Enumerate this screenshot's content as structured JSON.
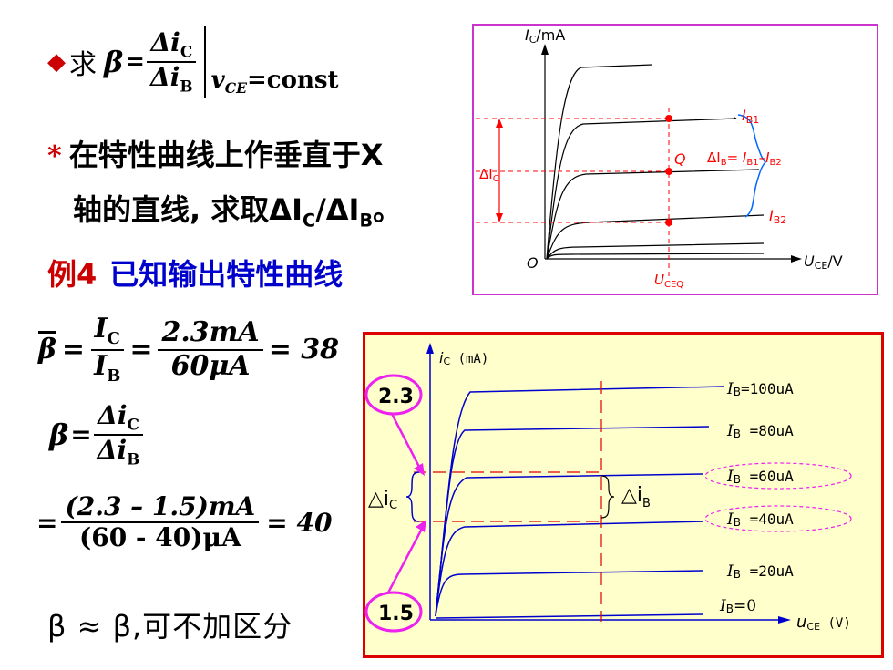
{
  "bullet1": {
    "marker": "◆",
    "char": "求",
    "beta": "β",
    "eq": "=",
    "frac_num": "Δi",
    "frac_num_sub": "C",
    "frac_den": "Δi",
    "frac_den_sub": "B",
    "cond_v": "v",
    "cond_sub": "CE",
    "cond_rest": "=const"
  },
  "bullet2": {
    "marker": "*",
    "line1": "在特性曲线上作垂直于X",
    "line2a": "轴的直线, 求取ΔI",
    "line2_sub1": "C",
    "line2b": "/ΔI",
    "line2_sub2": "B",
    "line2c": "。"
  },
  "example": {
    "label": "例4",
    "text": "已知输出特性曲线"
  },
  "eq1": {
    "lhs": "β",
    "eq": "=",
    "f1_num": "I",
    "f1_num_sub": "C",
    "f1_den": "I",
    "f1_den_sub": "B",
    "f2_num": "2.3mA",
    "f2_den": "60μA",
    "result": "= 38"
  },
  "eq2": {
    "lhs": "β",
    "eq": "=",
    "num": "Δi",
    "num_sub": "C",
    "den": "Δi",
    "den_sub": "B"
  },
  "eq3": {
    "eq": "=",
    "num": "(2.3 – 1.5)mA",
    "den": "(60 - 40)μA",
    "result": "= 40"
  },
  "conclusion": {
    "text": "β ≈ β,可不加区分"
  },
  "top_diagram": {
    "y_axis_label": "I",
    "y_axis_sub": "C",
    "y_axis_unit": "/mA",
    "x_axis_label": "U",
    "x_axis_sub": "CE",
    "x_axis_unit": "/V",
    "origin": "O",
    "q_label": "Q",
    "ib1": "I",
    "ib1_sub": "B1",
    "ib2": "I",
    "ib2_sub": "B2",
    "delta_ib": "ΔI",
    "delta_ib_sub": "B",
    "delta_ib_eq": "= I",
    "delta_ib_eq_sub1": "B1",
    "delta_ib_minus": "–I",
    "delta_ib_sub2": "B2",
    "delta_ic": "ΔI",
    "delta_ic_sub": "C",
    "uceq": "U",
    "uceq_sub": "CEQ"
  },
  "bottom_diagram": {
    "y_axis_label": "i",
    "y_axis_sub": "C",
    "y_axis_unit": " (mA)",
    "x_axis_label": "u",
    "x_axis_sub": "CE",
    "x_axis_unit": "  (V)",
    "marker_high": "2.3",
    "marker_low": "1.5",
    "delta_ic": "△i",
    "delta_ic_sub": "C",
    "delta_ib": "△i",
    "delta_ib_sub": "B",
    "curves": [
      {
        "label": "I",
        "sub": "B",
        "value": "=100uA"
      },
      {
        "label": "I",
        "sub": "B",
        "value": " =80uA"
      },
      {
        "label": "I",
        "sub": "B",
        "value": " =60uA"
      },
      {
        "label": "I",
        "sub": "B",
        "value": " =40uA"
      },
      {
        "label": "I",
        "sub": "B",
        "value": " =20uA"
      },
      {
        "label": "I",
        "sub": "B",
        "value": "=0"
      }
    ]
  },
  "colors": {
    "bullet_marker": "#cc0000",
    "example_label": "#cc0000",
    "example_text": "#0000cc",
    "top_frame": "#cc33cc",
    "red_dash": "#ff0000",
    "blue_curve": "#0000cc",
    "bottom_bg": "#ffffcc",
    "bottom_frame": "#dd0000",
    "magenta": "#ee22ee"
  }
}
